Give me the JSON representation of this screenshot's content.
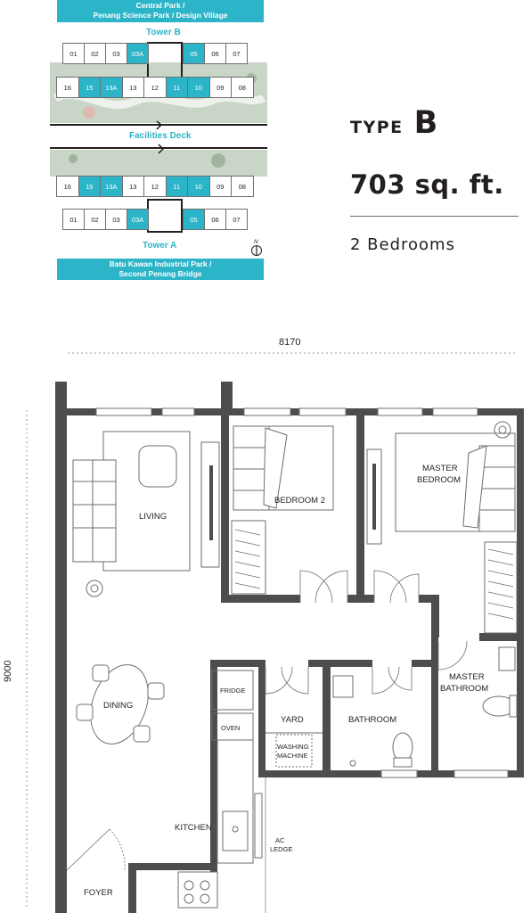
{
  "key_plan": {
    "top_banner": [
      "Central Park /",
      "Penang Science Park / Design Village"
    ],
    "tower_b_label": "Tower B",
    "facilities_label": "Facilities Deck",
    "tower_a_label": "Tower A",
    "bottom_banner": [
      "Batu Kawan Industrial Park /",
      "Second Penang Bridge"
    ],
    "north_mark": "N",
    "tower_b_rows": [
      [
        {
          "n": "01",
          "hl": false
        },
        {
          "n": "02",
          "hl": false
        },
        {
          "n": "03",
          "hl": false
        },
        {
          "n": "03A",
          "hl": true
        },
        {
          "n": "05",
          "hl": true
        },
        {
          "n": "06",
          "hl": false
        },
        {
          "n": "07",
          "hl": false
        }
      ],
      [
        {
          "n": "16",
          "hl": false
        },
        {
          "n": "15",
          "hl": true
        },
        {
          "n": "13A",
          "hl": true
        },
        {
          "n": "13",
          "hl": false
        },
        {
          "n": "12",
          "hl": false
        },
        {
          "n": "11",
          "hl": true
        },
        {
          "n": "10",
          "hl": true
        },
        {
          "n": "09",
          "hl": false
        },
        {
          "n": "08",
          "hl": false
        }
      ]
    ],
    "tower_a_rows": [
      [
        {
          "n": "16",
          "hl": false
        },
        {
          "n": "15",
          "hl": true
        },
        {
          "n": "13A",
          "hl": true
        },
        {
          "n": "13",
          "hl": false
        },
        {
          "n": "12",
          "hl": false
        },
        {
          "n": "11",
          "hl": true
        },
        {
          "n": "10",
          "hl": true
        },
        {
          "n": "09",
          "hl": false
        },
        {
          "n": "08",
          "hl": false
        }
      ],
      [
        {
          "n": "01",
          "hl": false
        },
        {
          "n": "02",
          "hl": false
        },
        {
          "n": "03",
          "hl": false
        },
        {
          "n": "03A",
          "hl": true
        },
        {
          "n": "05",
          "hl": true
        },
        {
          "n": "06",
          "hl": false
        },
        {
          "n": "07",
          "hl": false
        }
      ]
    ]
  },
  "unit_info": {
    "type_word": "TYPE",
    "type_letter": "B",
    "area": "703 sq. ft.",
    "bedrooms": "2 Bedrooms"
  },
  "floor_plan": {
    "width_dim": "8170",
    "height_dim": "9000",
    "rooms": {
      "living": "LIVING",
      "bedroom2": "BEDROOM 2",
      "master_bedroom_1": "MASTER",
      "master_bedroom_2": "BEDROOM",
      "master_bathroom_1": "MASTER",
      "master_bathroom_2": "BATHROOM",
      "dining": "DINING",
      "fridge": "FRIDGE",
      "oven": "OVEN",
      "yard": "YARD",
      "washing_1": "WASHING",
      "washing_2": "MACHINE",
      "bathroom": "BATHROOM",
      "kitchen": "KITCHEN",
      "ac_ledge_1": "AC",
      "ac_ledge_2": "LEDGE",
      "foyer": "FOYER"
    }
  }
}
